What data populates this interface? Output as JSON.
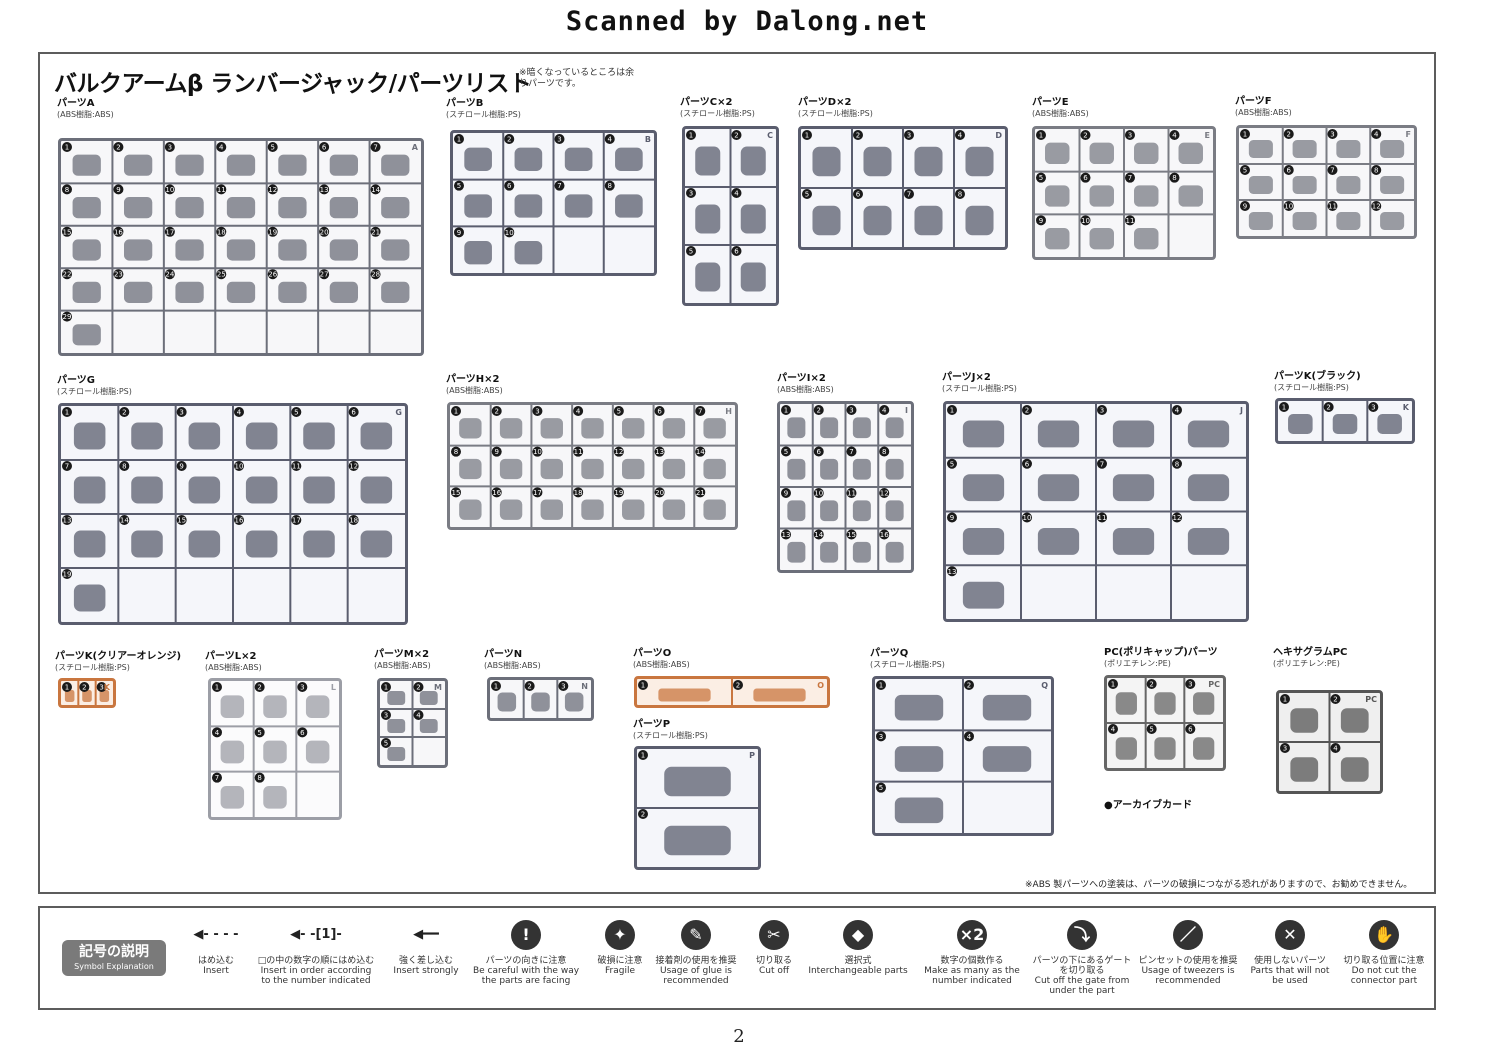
{
  "header": {
    "scanned_by": "Scanned by Dalong.net"
  },
  "page": {
    "title": "バルクアームβ ランバージャック/パーツリスト",
    "title_note": "※暗くなっているところは余りパーツです。",
    "abs_note": "※ABS 製パーツへの塗装は、パーツの破損につながる恐れがありますので、お勧めできません。",
    "archive_card": "●アーカイブカード",
    "page_number": "2"
  },
  "parts": [
    {
      "id": "A",
      "name": "パーツA",
      "material": "(ABS樹脂:ABS)",
      "color": "#6c6f7a",
      "fill": "#f7f7f9",
      "count": 29
    },
    {
      "id": "B",
      "name": "パーツB",
      "material": "(スチロール樹脂:PS)",
      "color": "#5a5d6e",
      "fill": "#f5f6fa",
      "count": 10
    },
    {
      "id": "C",
      "name": "パーツC×2",
      "material": "(スチロール樹脂:PS)",
      "color": "#5a5d6e",
      "fill": "#f5f6fa",
      "count": 6
    },
    {
      "id": "D",
      "name": "パーツD×2",
      "material": "(スチロール樹脂:PS)",
      "color": "#5a5d6e",
      "fill": "#f5f6fa",
      "count": 8
    },
    {
      "id": "E",
      "name": "パーツE",
      "material": "(ABS樹脂:ABS)",
      "color": "#7a7c84",
      "fill": "#f7f7f9",
      "count": 11
    },
    {
      "id": "F",
      "name": "パーツF",
      "material": "(ABS樹脂:ABS)",
      "color": "#7a7c84",
      "fill": "#f7f7f9",
      "count": 12
    },
    {
      "id": "G",
      "name": "パーツG",
      "material": "(スチロール樹脂:PS)",
      "color": "#5a5d6e",
      "fill": "#f5f6fa",
      "count": 19
    },
    {
      "id": "H",
      "name": "パーツH×2",
      "material": "(ABS樹脂:ABS)",
      "color": "#7a7c84",
      "fill": "#f7f7f9",
      "count": 21
    },
    {
      "id": "I",
      "name": "パーツI×2",
      "material": "(ABS樹脂:ABS)",
      "color": "#6c6f7a",
      "fill": "#f7f7f9",
      "count": 16
    },
    {
      "id": "J",
      "name": "パーツJ×2",
      "material": "(スチロール樹脂:PS)",
      "color": "#5a5d6e",
      "fill": "#f5f6fa",
      "count": 13
    },
    {
      "id": "K",
      "name": "パーツK(ブラック)",
      "material": "(スチロール樹脂:PS)",
      "color": "#5a5d6e",
      "fill": "#f5f6fa",
      "count": 3
    },
    {
      "id": "K",
      "name": "パーツK(クリアーオレンジ)",
      "material": "(スチロール樹脂:PS)",
      "color": "#c9763f",
      "fill": "#fbeee4",
      "count": 3
    },
    {
      "id": "L",
      "name": "パーツL×2",
      "material": "(ABS樹脂:ABS)",
      "color": "#9c9ea6",
      "fill": "#fbfbfc",
      "count": 8
    },
    {
      "id": "M",
      "name": "パーツM×2",
      "material": "(ABS樹脂:ABS)",
      "color": "#6c6f7a",
      "fill": "#f7f7f9",
      "count": 5
    },
    {
      "id": "N",
      "name": "パーツN",
      "material": "(ABS樹脂:ABS)",
      "color": "#6c6f7a",
      "fill": "#f7f7f9",
      "count": 3
    },
    {
      "id": "O",
      "name": "パーツO",
      "material": "(ABS樹脂:ABS)",
      "color": "#c9763f",
      "fill": "#fbeee4",
      "count": 2
    },
    {
      "id": "P",
      "name": "パーツP",
      "material": "(スチロール樹脂:PS)",
      "color": "#5a5d6e",
      "fill": "#f5f6fa",
      "count": 2
    },
    {
      "id": "Q",
      "name": "パーツQ",
      "material": "(スチロール樹脂:PS)",
      "color": "#5a5d6e",
      "fill": "#f5f6fa",
      "count": 5
    },
    {
      "id": "PC",
      "name": "PC(ポリキャップ)パーツ",
      "material": "(ポリエチレン:PE)",
      "color": "#666666",
      "fill": "#f4f4f4",
      "count": 6
    },
    {
      "id": "PC",
      "name": "ヘキサグラムPC",
      "material": "(ポリエチレン:PE)",
      "color": "#555555",
      "fill": "#efefef",
      "count": 4
    }
  ],
  "legend": {
    "badge_jp": "記号の説明",
    "badge_en": "Symbol Explanation",
    "items": [
      {
        "glyph": "◀- - - -",
        "jp": "はめ込む",
        "en": "Insert"
      },
      {
        "glyph": "◀- -[1]-",
        "jp": "□の中の数字の順にはめ込む",
        "en": "Insert in order according to the number indicated"
      },
      {
        "glyph": "◀━━",
        "jp": "強く差し込む",
        "en": "Insert strongly"
      },
      {
        "glyph": "!",
        "jp": "パーツの向きに注意",
        "en": "Be careful with the way the parts are facing"
      },
      {
        "glyph": "✦",
        "jp": "破損に注意",
        "en": "Fragile"
      },
      {
        "glyph": "✎",
        "jp": "接着剤の使用を推奨",
        "en": "Usage of glue is recommended"
      },
      {
        "glyph": "✂",
        "jp": "切り取る",
        "en": "Cut off"
      },
      {
        "glyph": "◆",
        "jp": "選択式",
        "en": "Interchangeable parts"
      },
      {
        "glyph": "×2",
        "jp": "数字の個数作る",
        "en": "Make as many as the number indicated"
      },
      {
        "glyph": "⤵",
        "jp": "パーツの下にあるゲートを切り取る",
        "en": "Cut off the gate from under the part"
      },
      {
        "glyph": "／",
        "jp": "ピンセットの使用を推奨",
        "en": "Usage of tweezers is recommended"
      },
      {
        "glyph": "✕",
        "jp": "使用しないパーツ",
        "en": "Parts that will not be used"
      },
      {
        "glyph": "✋",
        "jp": "切り取る位置に注意",
        "en": "Do not cut the connector part"
      }
    ]
  }
}
